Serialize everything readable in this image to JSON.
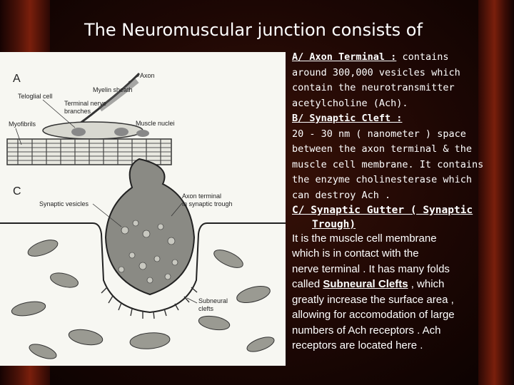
{
  "slide": {
    "title": "The Neuromuscular junction consists of"
  },
  "figure": {
    "letters": [
      "A",
      "C"
    ],
    "labels": {
      "axon": "Axon",
      "myelin_sheath": "Myelin sheath",
      "teloglial_cell": "Teloglial cell",
      "terminal_nerve_branches_1": "Terminal nerve",
      "terminal_nerve_branches_2": "branches",
      "myofibrils": "Myofibrils",
      "muscle_nuclei": "Muscle nuclei",
      "axon_terminal_1": "Axon terminal",
      "axon_terminal_2": "in synaptic trough",
      "synaptic_vesicles": "Synaptic vesicles",
      "subneural_1": "Subneural",
      "subneural_2": "clefts"
    }
  },
  "text": {
    "a_head": "A/ Axon Terminal :",
    "a_body_1": " contains",
    "a_body_2": "around 300,000 vesicles which",
    "a_body_3": "contain the neurotransmitter",
    "a_body_4": "acetylcholine (Ach).",
    "b_head": "B/ Synaptic Cleft :",
    "b_body_1": "20 - 30 nm ( nanometer ) space",
    "b_body_2": "between the axon terminal & the",
    "b_body_3": "muscle cell membrane. It contains",
    "b_body_4": "the enzyme cholinesterase which",
    "b_body_5": "can destroy Ach .",
    "c_head_1": "C/ Synaptic Gutter ( Synaptic",
    "c_head_2": "Trough)",
    "c_body_1": "It is the muscle cell membrane",
    "c_body_2": "which is in contact with the",
    "c_body_3": " nerve terminal . It has many folds",
    "c_body_4a": " called ",
    "c_body_4b": "Subneural Clefts",
    "c_body_4c": " , which",
    "c_body_5": "greatly increase the surface area ,",
    "c_body_6": "allowing for accomodation of large",
    "c_body_7": "numbers of Ach receptors . Ach",
    "c_body_8": "receptors are located here ."
  }
}
